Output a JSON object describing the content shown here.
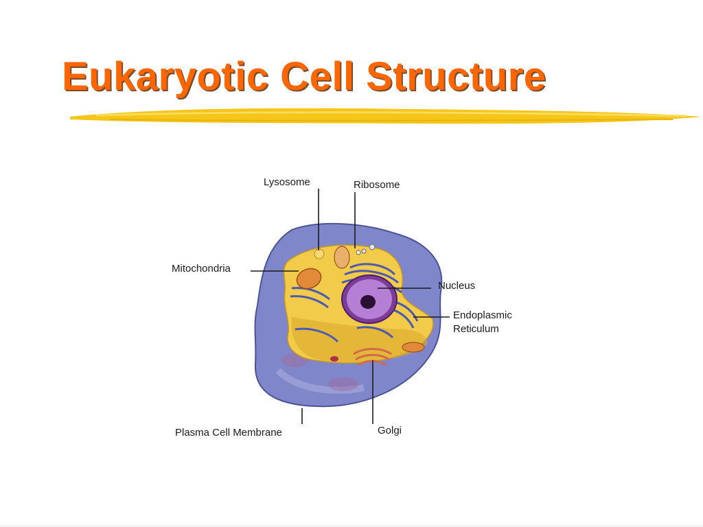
{
  "slide": {
    "title": "Eukaryotic Cell Structure",
    "accent_color": "#ff6600",
    "underline_color": "#f5c518"
  },
  "diagram": {
    "labels": {
      "lysosome": "Lysosome",
      "ribosome": "Ribosome",
      "mitochondria": "Mitochondria",
      "nucleus": "Nucleus",
      "endoplasmic_line1": "Endoplasmic",
      "endoplasmic_line2": "Reticulum",
      "plasma_membrane": "Plasma Cell Membrane",
      "golgi": "Golgi"
    },
    "colors": {
      "membrane": "#7f86c9",
      "cytoplasm": "#f3cb4a",
      "nucleus": "#a060c0",
      "mitochondria": "#e08a3a",
      "er": "#4a5ab0",
      "golgi": "#d2694a"
    }
  }
}
